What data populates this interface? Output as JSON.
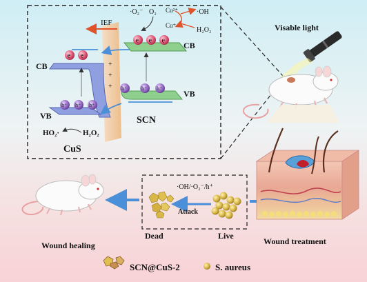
{
  "mechanism": {
    "ief_label": "IEF",
    "superoxide": "·O₂⁻",
    "oxygen": "O₂",
    "cu_2plus": "Cu²⁺",
    "cu_plus": "Cu⁺",
    "hydroxyl_top": "·OH",
    "h2o2_top": "H₂O₂",
    "cb_right": "CB",
    "vb_right": "VB",
    "cb_left": "CB",
    "vb_left": "VB",
    "electron": "e",
    "hole": "h⁺",
    "ho2_radical": "HO₂·",
    "h2o2_left": "H₂O₂",
    "cus_label": "CuS",
    "scn_label": "SCN"
  },
  "treatment": {
    "visible_light": "Visable light",
    "wound_treatment": "Wound treatment",
    "radicals": "·OH/·O₂⁻/h⁺",
    "attack": "Attack",
    "dead": "Dead",
    "live": "Live",
    "wound_healing": "Wound healing"
  },
  "legend": {
    "composite": "SCN@CuS-2",
    "bacteria": "S. aureus"
  },
  "colors": {
    "electron": "#e05a78",
    "hole": "#9a6fc8",
    "cb_plate_left": "#8f9fe0",
    "cb_plate_right": "#8fd08f",
    "interface": "#f2c79a",
    "arrow_red": "#e0522a",
    "arrow_blue": "#4a8fd8",
    "bacteria": "#d8b848"
  }
}
